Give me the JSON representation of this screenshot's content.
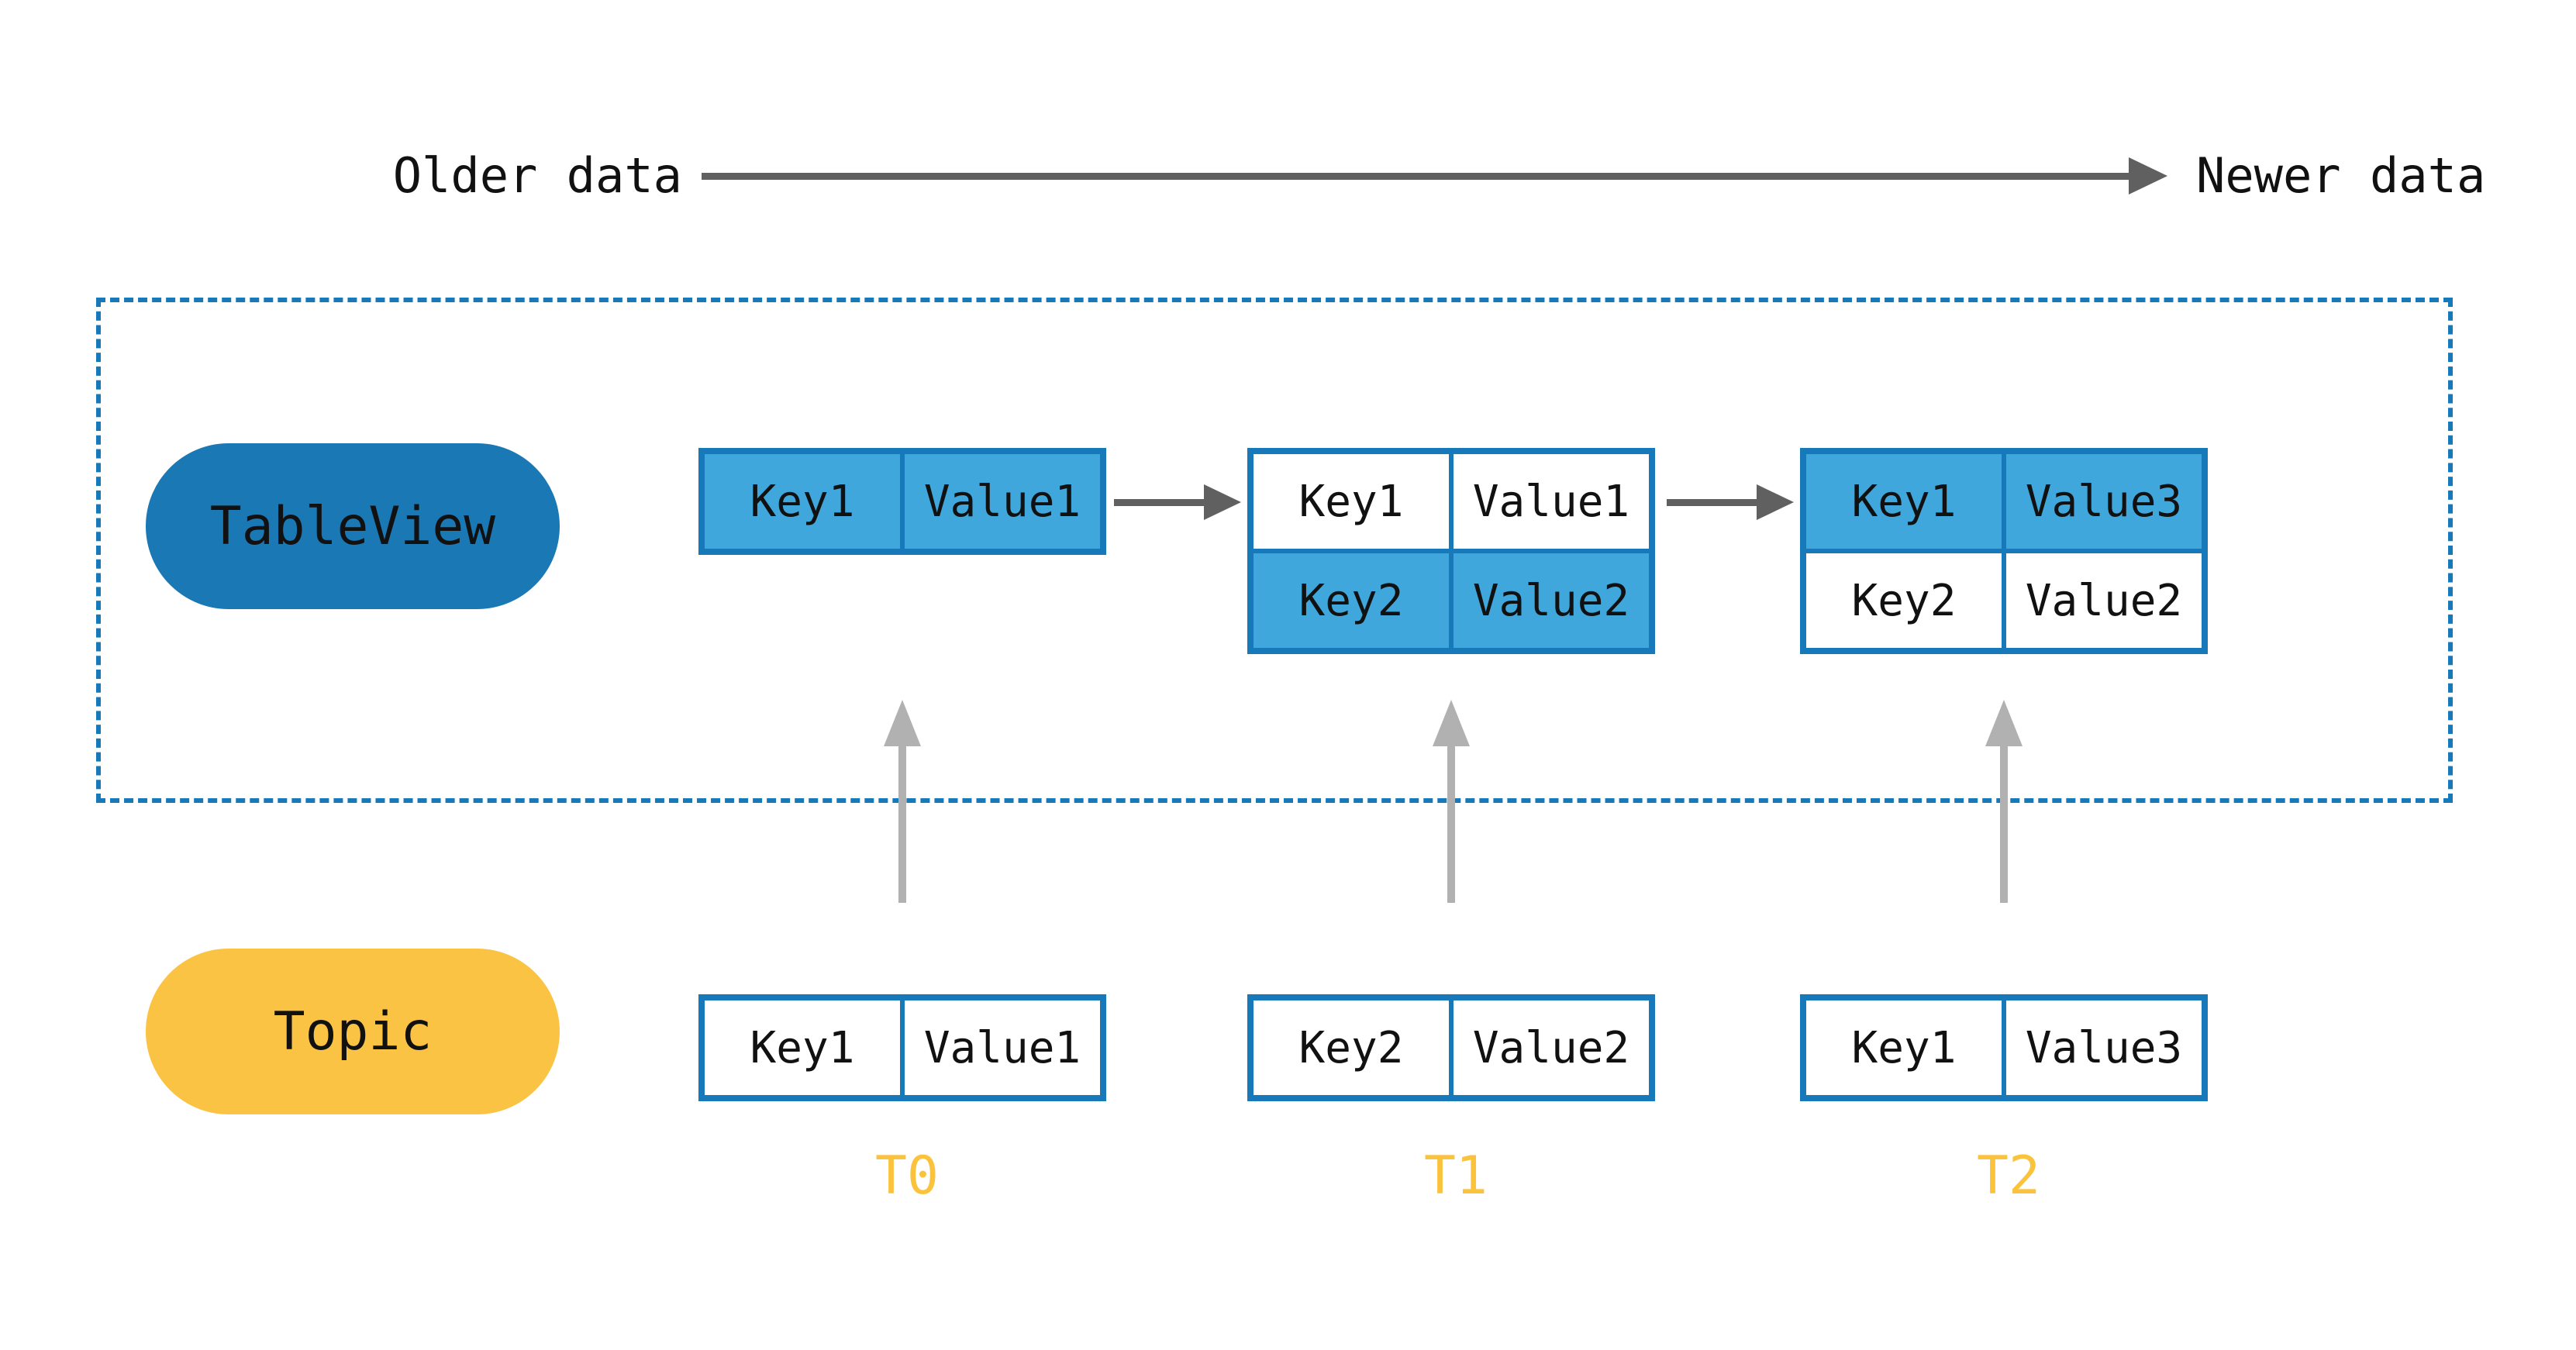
{
  "colors": {
    "accent_blue": "#1779ba",
    "cell_blue": "#3fa7dc",
    "pill_blue": "#1a78b4",
    "topic_yellow": "#fbc343",
    "time_label_yellow": "#fbc23c",
    "arrow_dark_gray": "#606060",
    "arrow_light_gray": "#b1b1b1",
    "text_black": "#111111",
    "background": "#ffffff"
  },
  "timeline": {
    "older_label": "Older data",
    "newer_label": "Newer data"
  },
  "tableview": {
    "label": "TableView",
    "states": [
      {
        "rows": [
          {
            "key": "Key1",
            "value": "Value1",
            "highlighted": true
          }
        ]
      },
      {
        "rows": [
          {
            "key": "Key1",
            "value": "Value1",
            "highlighted": false
          },
          {
            "key": "Key2",
            "value": "Value2",
            "highlighted": true
          }
        ]
      },
      {
        "rows": [
          {
            "key": "Key1",
            "value": "Value3",
            "highlighted": true
          },
          {
            "key": "Key2",
            "value": "Value2",
            "highlighted": false
          }
        ]
      }
    ]
  },
  "topic": {
    "label": "Topic",
    "messages": [
      {
        "key": "Key1",
        "value": "Value1",
        "time_label": "T0"
      },
      {
        "key": "Key2",
        "value": "Value2",
        "time_label": "T1"
      },
      {
        "key": "Key1",
        "value": "Value3",
        "time_label": "T2"
      }
    ]
  }
}
